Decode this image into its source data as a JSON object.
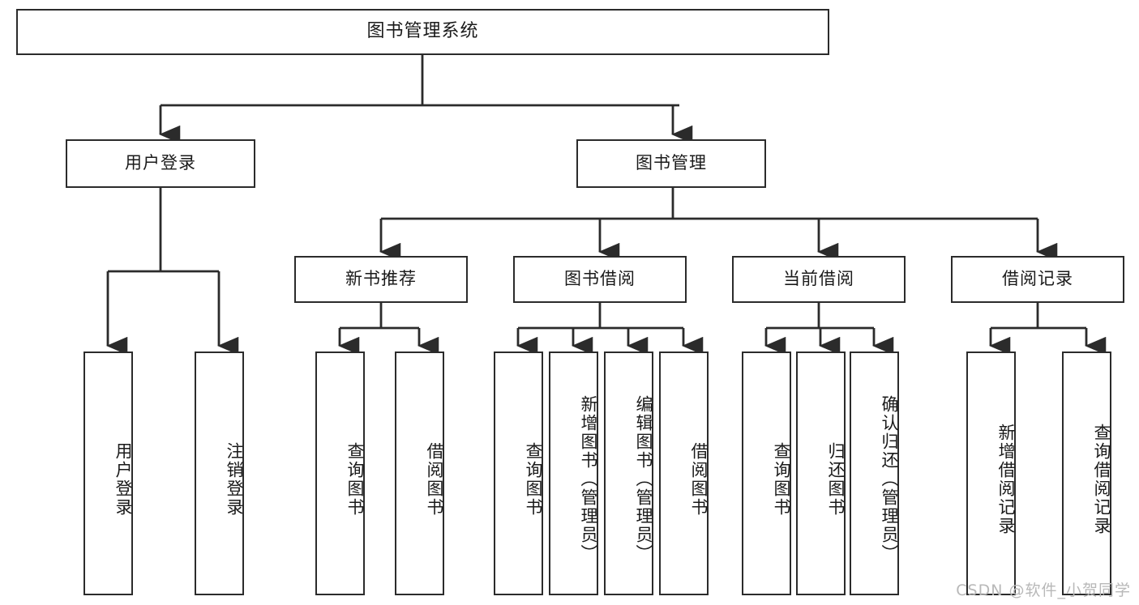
{
  "diagram": {
    "title": "图书管理系统",
    "watermark": "CSDN @软件_小贺同学",
    "stroke_color": "#2b2b2b",
    "background_color": "#ffffff",
    "text_color": "#1a1a1a",
    "watermark_color": "#b8b8b8"
  },
  "root": {
    "label": "图书管理系统"
  },
  "level1": [
    {
      "label": "用户登录"
    },
    {
      "label": "图书管理"
    }
  ],
  "level2": [
    {
      "label": "新书推荐"
    },
    {
      "label": "图书借阅"
    },
    {
      "label": "当前借阅"
    },
    {
      "label": "借阅记录"
    }
  ],
  "leaves": {
    "user_login": [
      {
        "label": "用户登录"
      },
      {
        "label": "注销登录"
      }
    ],
    "new_book": [
      {
        "label": "查询图书"
      },
      {
        "label": "借阅图书"
      }
    ],
    "book_borrow": [
      {
        "label": "查询图书"
      },
      {
        "label": "新增图书（管理员）"
      },
      {
        "label": "编辑图书（管理员）"
      },
      {
        "label": "借阅图书"
      }
    ],
    "current_borrow": [
      {
        "label": "查询图书"
      },
      {
        "label": "归还图书"
      },
      {
        "label": "确认归还（管理员）"
      }
    ],
    "borrow_record": [
      {
        "label": "新增借阅记录"
      },
      {
        "label": "查询借阅记录"
      }
    ]
  }
}
